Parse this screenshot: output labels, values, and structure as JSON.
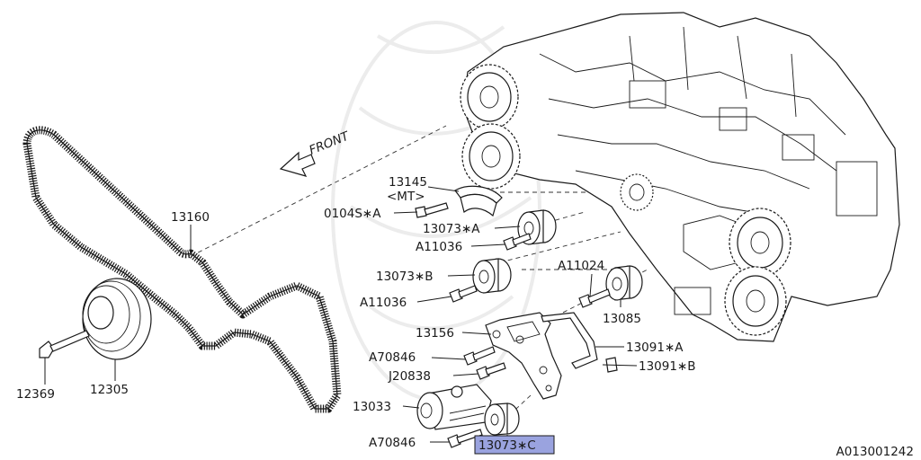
{
  "diagram": {
    "id_code": "A013001242",
    "front_label": "FRONT",
    "highlight_color": "#9aa3df",
    "labels": {
      "13145": "13145",
      "mt": "<MT>",
      "0104SA": "0104S∗A",
      "13073A": "13073∗A",
      "A11036_top": "A11036",
      "13073B": "13073∗B",
      "A11036_bottom": "A11036",
      "A11024": "A11024",
      "13085": "13085",
      "13160": "13160",
      "13156": "13156",
      "A70846_mid": "A70846",
      "J20838": "J20838",
      "13091A": "13091∗A",
      "13091B": "13091∗B",
      "13033": "13033",
      "A70846_bottom": "A70846",
      "13073C": "13073∗C",
      "12369": "12369",
      "12305": "12305"
    }
  }
}
